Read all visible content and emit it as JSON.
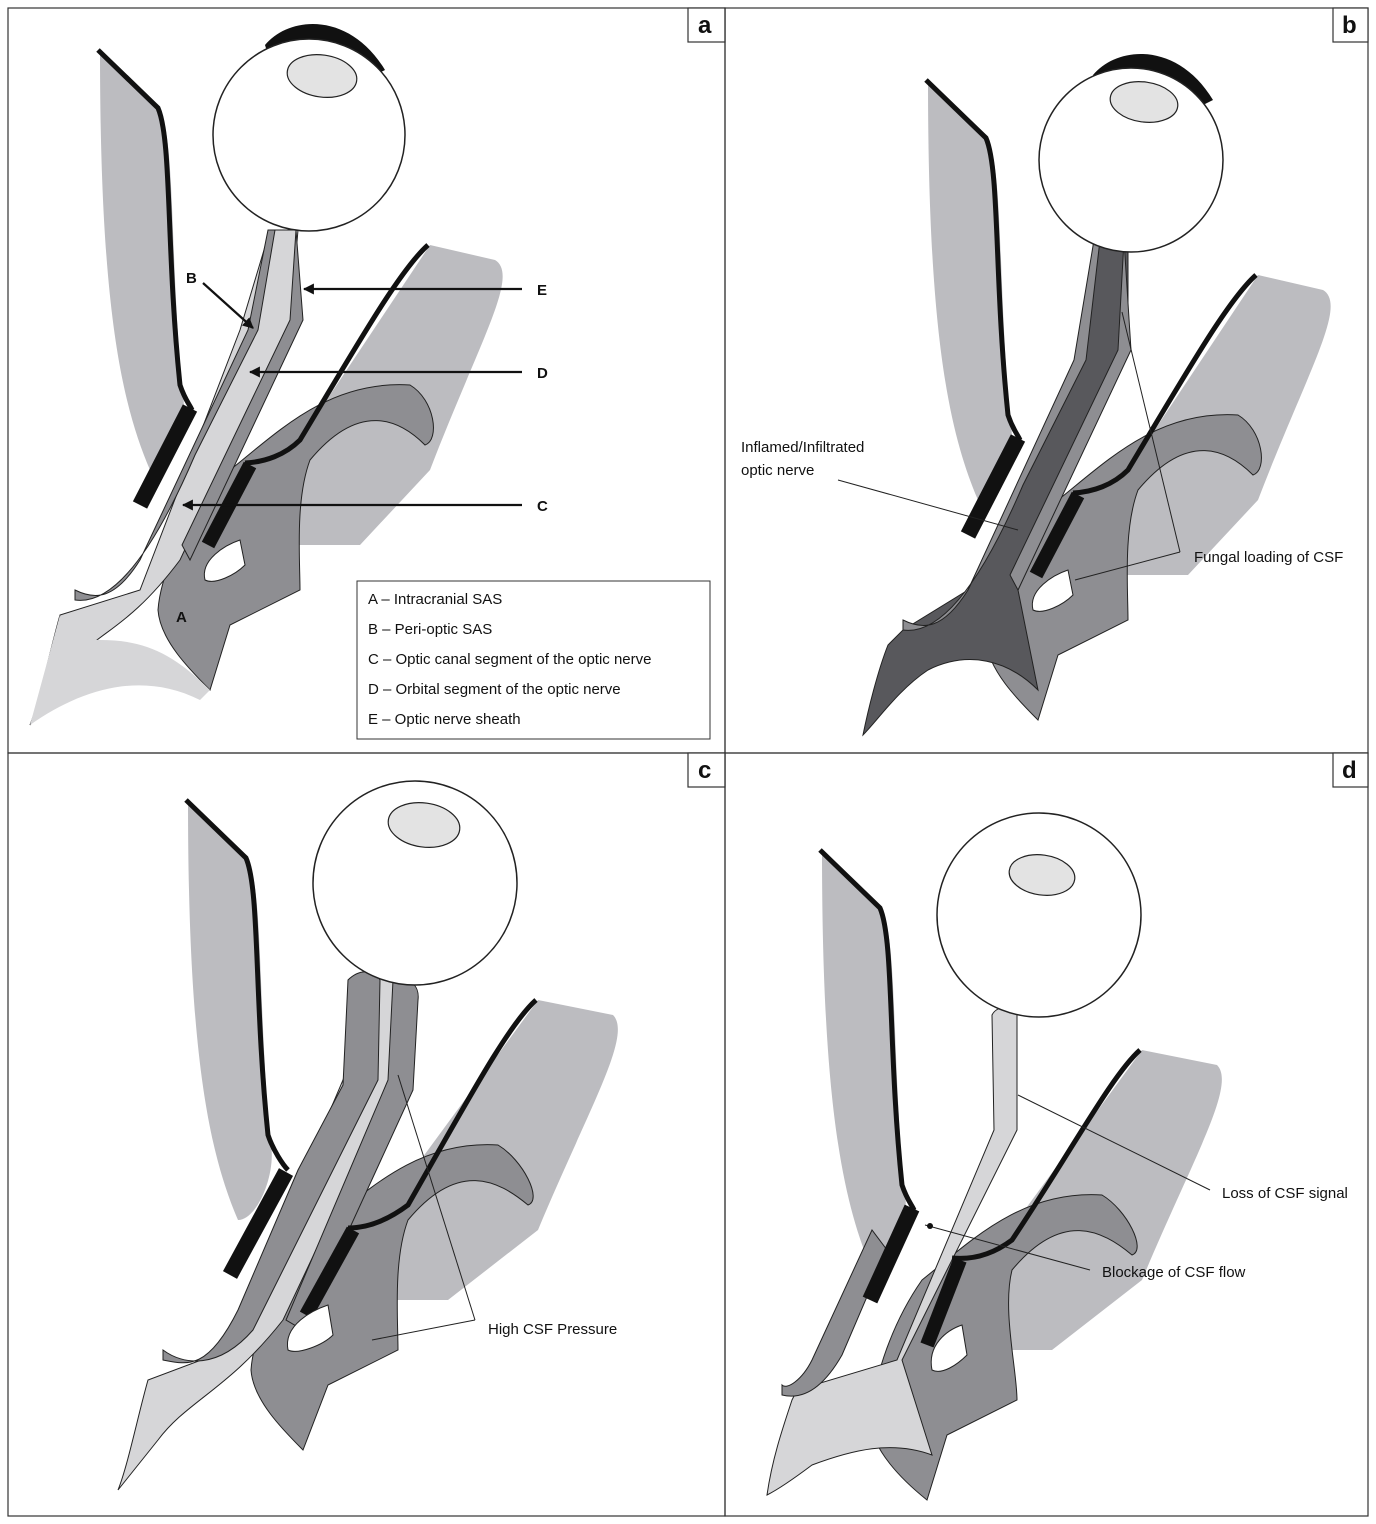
{
  "panels": [
    {
      "id": "a",
      "tag": "a"
    },
    {
      "id": "b",
      "tag": "b"
    },
    {
      "id": "c",
      "tag": "c"
    },
    {
      "id": "d",
      "tag": "d"
    }
  ],
  "panel_a": {
    "pointer_labels": {
      "B": "B",
      "C": "C",
      "D": "D",
      "E": "E",
      "A": "A"
    },
    "legend": [
      "A – Intracranial SAS",
      "B – Peri-optic SAS",
      "C – Optic canal segment of the optic nerve",
      "D – Orbital segment of the optic nerve",
      "E – Optic nerve sheath"
    ]
  },
  "panel_b": {
    "inflamed_line1": "Inflamed/Infiltrated",
    "inflamed_line2": "optic nerve",
    "fungal": "Fungal loading of CSF"
  },
  "panel_c": {
    "high_pressure": "High CSF Pressure"
  },
  "panel_d": {
    "loss_signal": "Loss of CSF signal",
    "blockage": "Blockage of CSF flow"
  },
  "colors": {
    "bone": "#bcbcc0",
    "sas": "#8e8e92",
    "nerve": "#d6d6d8",
    "inflamed": "#58585c",
    "wall": "#111111",
    "iris": "#e3e3e3"
  }
}
